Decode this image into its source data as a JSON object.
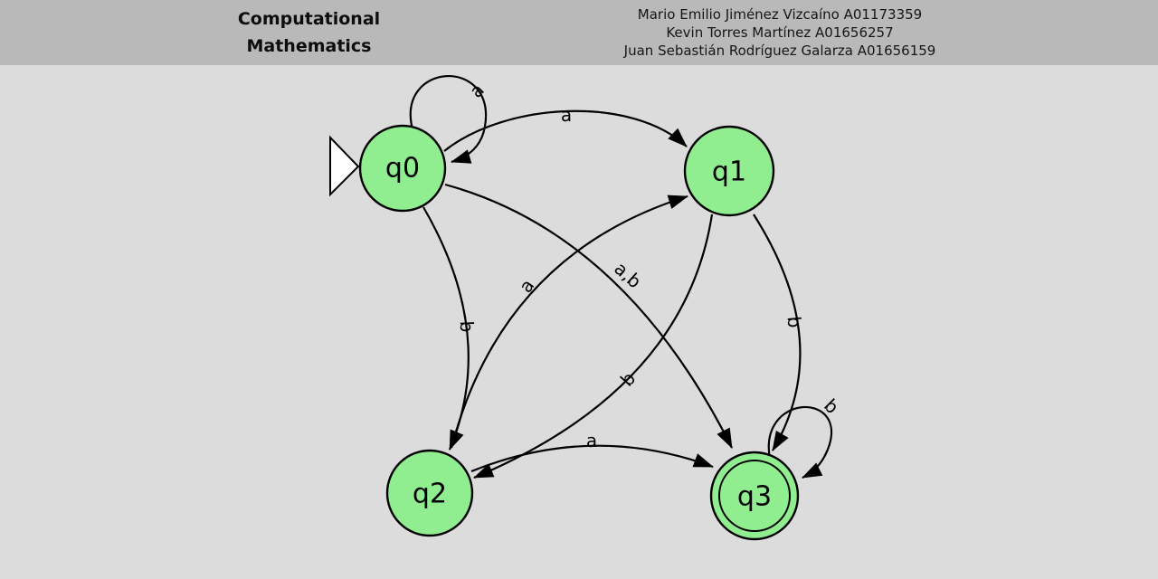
{
  "header": {
    "title_lines": [
      "Computational",
      "Mathematics"
    ],
    "authors": [
      "Mario Emilio Jiménez Vizcaíno A01173359",
      "Kevin Torres Martínez A01656257",
      "Juan Sebastián Rodríguez Galarza A01656159"
    ]
  },
  "automaton": {
    "states": [
      {
        "id": "q0",
        "label": "q0",
        "initial": true,
        "accepting": false
      },
      {
        "id": "q1",
        "label": "q1",
        "initial": false,
        "accepting": false
      },
      {
        "id": "q2",
        "label": "q2",
        "initial": false,
        "accepting": false
      },
      {
        "id": "q3",
        "label": "q3",
        "initial": false,
        "accepting": true
      }
    ],
    "transitions": [
      {
        "from": "q0",
        "to": "q0",
        "label": "a"
      },
      {
        "from": "q0",
        "to": "q1",
        "label": "a"
      },
      {
        "from": "q0",
        "to": "q2",
        "label": "b"
      },
      {
        "from": "q0",
        "to": "q3",
        "label": "a,b"
      },
      {
        "from": "q2",
        "to": "q1",
        "label": "a"
      },
      {
        "from": "q1",
        "to": "q2",
        "label": "b"
      },
      {
        "from": "q1",
        "to": "q3",
        "label": "b"
      },
      {
        "from": "q2",
        "to": "q3",
        "label": "a"
      },
      {
        "from": "q3",
        "to": "q3",
        "label": "b"
      }
    ],
    "colors": {
      "state_fill": "#90ee90",
      "state_stroke": "#000000",
      "edge_stroke": "#000000",
      "initial_arrow_fill": "#ffffff",
      "background": "#dcdcdc",
      "header_background": "#b9b9b9"
    }
  }
}
